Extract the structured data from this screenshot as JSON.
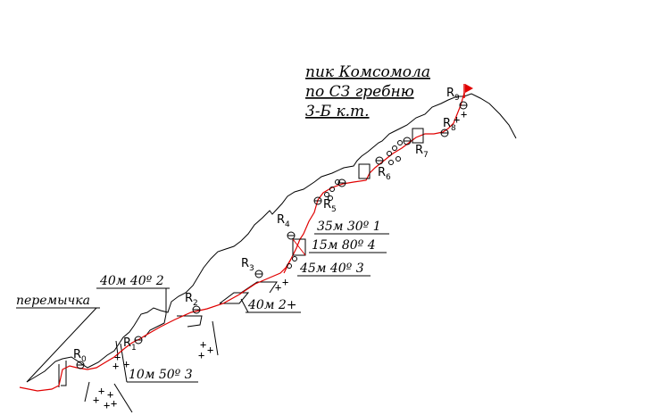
{
  "title": {
    "line1": "пик Комсомола",
    "line2": "по СЗ гребню",
    "line3": "3-Б к.т."
  },
  "saddle_label": "перемычка",
  "segments": [
    "10м 50º 3",
    "40м 40º 2",
    "40м 2+",
    "45м 40º 3",
    "15м 80º 4",
    "35м 30º 1"
  ],
  "belays": [
    {
      "letter": "R",
      "index": "0"
    },
    {
      "letter": "R",
      "index": "1"
    },
    {
      "letter": "R",
      "index": "2"
    },
    {
      "letter": "R",
      "index": "3"
    },
    {
      "letter": "R",
      "index": "4"
    },
    {
      "letter": "R",
      "index": "5"
    },
    {
      "letter": "R",
      "index": "6"
    },
    {
      "letter": "R",
      "index": "7"
    },
    {
      "letter": "R",
      "index": "8"
    },
    {
      "letter": "R",
      "index": "9"
    }
  ],
  "colors": {
    "route": "#e00000",
    "flag": "#e00000",
    "ink": "#000000"
  },
  "icons": {
    "summit": "flag-icon",
    "piton": "piton-circle-icon",
    "scree": "plus-icon"
  }
}
